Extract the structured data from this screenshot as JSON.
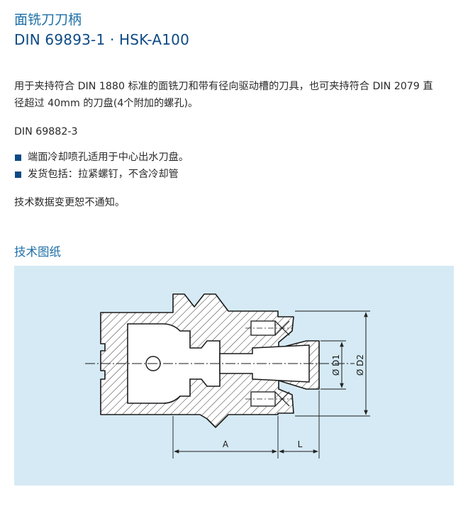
{
  "header": {
    "title_zh": "面铣刀刀柄",
    "title_en": "DIN 69893-1 · HSK-A100"
  },
  "description": "用于夹持符合 DIN 1880 标准的面铣刀和带有径向驱动槽的刀具，也可夹持符合 DIN 2079 直径超过 40mm 的刀盘(4个附加的螺孔)。",
  "standard_ref": "DIN 69882-3",
  "features": [
    "端面冷却喷孔适用于中心出水刀盘。",
    "发货包括：拉紧螺钉，不含冷却管"
  ],
  "notice": "技术数据变更恕不通知。",
  "drawing": {
    "heading": "技术图纸",
    "dim_A": "A",
    "dim_L": "L",
    "dim_D1": "Ø D1",
    "dim_D2": "Ø D2"
  },
  "colors": {
    "heading_blue": "#1d6fa8",
    "title_blue": "#0d4a85",
    "drawing_bg": "#d5eaf4"
  }
}
